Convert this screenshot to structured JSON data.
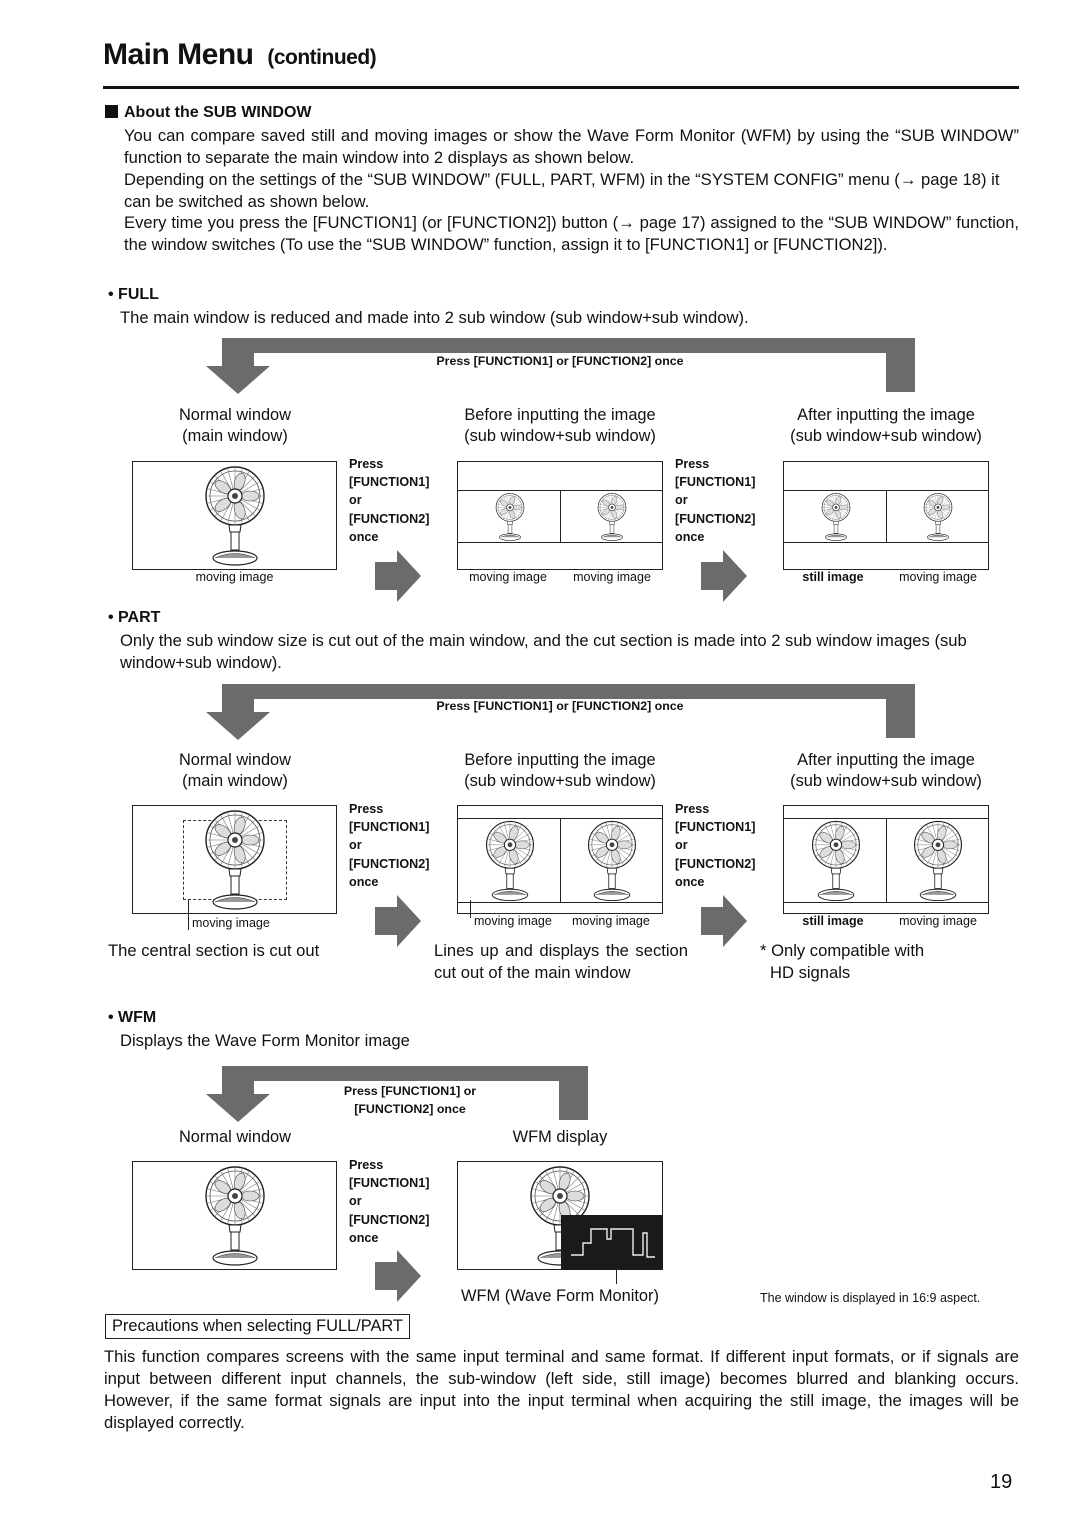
{
  "header": {
    "title": "Main Menu",
    "title_suffix": "(continued)"
  },
  "about": {
    "heading": "About the SUB WINDOW",
    "para1": "You can compare saved still and moving images or show the Wave Form Monitor (WFM) by using the “SUB WINDOW” function to separate the main window into 2 displays as shown below.",
    "para2": "Depending on the settings of the “SUB WINDOW” (FULL, PART, WFM) in the “SYSTEM CONFIG” menu (→ page 18) it can be switched as shown below.",
    "para3": "Every time you press the [FUNCTION1] (or [FUNCTION2]) button (→ page 17) assigned to the “SUB WINDOW” function, the window switches (To use the “SUB WINDOW” function, assign it to [FUNCTION1] or [FUNCTION2])."
  },
  "press_lines": [
    "Press",
    "[FUNCTION1]",
    "or",
    "[FUNCTION2]",
    "once"
  ],
  "full": {
    "heading": "• FULL",
    "desc": "The main window is reduced and made into 2 sub window (sub window+sub window).",
    "bar_label": "Press [FUNCTION1] or [FUNCTION2] once",
    "col1_line1": "Normal window",
    "col1_line2": "(main window)",
    "col2_line1": "Before inputting the image",
    "col2_line2": "(sub window+sub window)",
    "col3_line1": "After inputting the image",
    "col3_line2": "(sub window+sub window)",
    "cap1": "moving image",
    "cap2a": "moving image",
    "cap2b": "moving image",
    "cap3a": "still image",
    "cap3b": "moving image"
  },
  "part": {
    "heading": "• PART",
    "desc": "Only the sub window size is cut out of the main window, and the cut section is made into 2 sub window images (sub window+sub window).",
    "bar_label": "Press [FUNCTION1] or [FUNCTION2] once",
    "col1_line1": "Normal window",
    "col1_line2": "(main window)",
    "col2_line1": "Before inputting the image",
    "col2_line2": "(sub window+sub window)",
    "col3_line1": "After inputting the image",
    "col3_line2": "(sub window+sub window)",
    "cap1": "moving image",
    "cap2a": "moving image",
    "cap2b": "moving image",
    "cap3a": "still image",
    "cap3b": "moving image",
    "note1": "The central section is cut out",
    "note2": "Lines up and displays the section cut out of the main window",
    "note3_line1": "* Only compatible with",
    "note3_line2": "HD signals"
  },
  "wfm": {
    "heading": "• WFM",
    "desc": "Displays the Wave Form Monitor image",
    "bar_label_line1": "Press [FUNCTION1] or",
    "bar_label_line2": "[FUNCTION2] once",
    "col1": "Normal window",
    "col2": "WFM display",
    "wfm_caption": "WFM (Wave Form Monitor)",
    "aspect_note": "The window is displayed in 16:9 aspect."
  },
  "precautions": {
    "box_label": "Precautions when selecting FULL/PART",
    "text": "This function compares screens with the same input terminal and same format. If different input formats, or if signals are input between different input channels, the sub-window (left side, still image) becomes blurred and blanking occurs. However, if the same format signals are input into the input terminal when acquiring the still image, the images will be displayed correctly."
  },
  "footer": {
    "page_number": "19"
  },
  "colors": {
    "bar": "#6b6b6b",
    "text": "#111111",
    "wfm_panel": "#1a1a1a"
  }
}
